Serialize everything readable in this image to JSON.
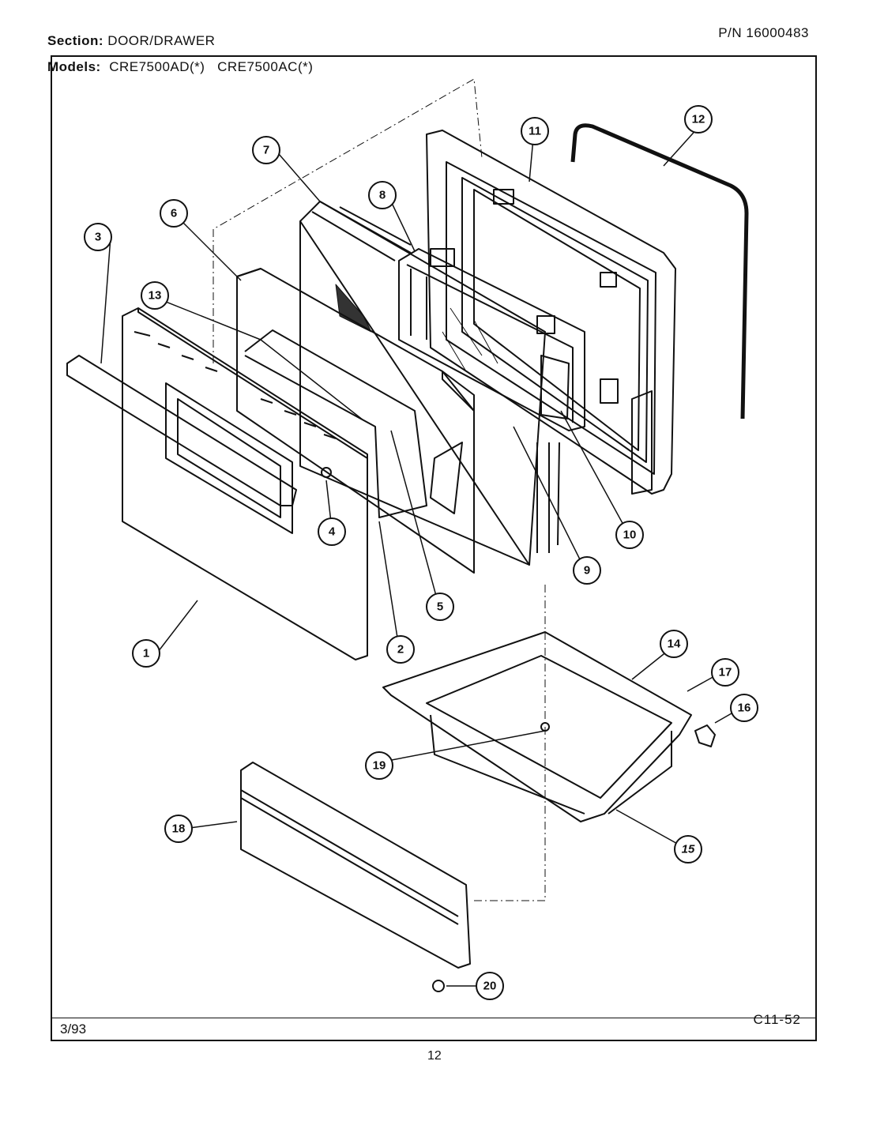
{
  "header": {
    "section_label": "Section:",
    "section_value": "DOOR/DRAWER",
    "pn_label": "P/N",
    "pn_value": "16000483",
    "models_label": "Models:",
    "model_1": "CRE7500AD(*)",
    "model_2": "CRE7500AC(*)"
  },
  "footer": {
    "date": "3/93",
    "code": "C11-52",
    "page_number": "12"
  },
  "callouts": [
    "1",
    "2",
    "3",
    "4",
    "5",
    "6",
    "7",
    "8",
    "9",
    "10",
    "11",
    "12",
    "13",
    "14",
    "15",
    "16",
    "17",
    "18",
    "19",
    "20"
  ]
}
